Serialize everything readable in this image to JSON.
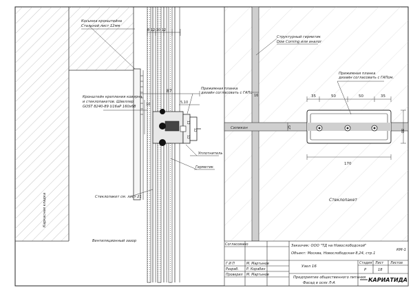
{
  "labels": {
    "bracket_casing": "Косынка кронштейна",
    "bracket_steel": "Стальной лист 12мм",
    "bracket_mount_1": "Кронштейн крепления ковирна",
    "bracket_mount_2": "и стеклопакетов. Швеллер",
    "bracket_mount_3": "GOST 8240-89 U16aP 160x68",
    "clamp_plate_left_1": "Прижимная планка",
    "clamp_plate_left_2": "дизайн согласовать с ГАПом.",
    "sealant": "Уплотнитель",
    "hermetic": "Герметик",
    "glass_unit_left": "Стеклопакет см. лист 21",
    "curtain_wall": "Каркасная кладка",
    "vent_gap": "Вентиляционный зазор",
    "structural_sealant_1": "Структурный герметик",
    "structural_sealant_2": "Dow Corning или аналог",
    "clamp_plate_right_1": "Прижимная планка",
    "clamp_plate_right_2": "дизайн согласовать с ГАПом.",
    "silicone": "Силикон",
    "glass_unit_right": "Стеклопакет"
  },
  "dims": {
    "d_87": "87",
    "d_10": "10",
    "d_510": "5,10",
    "d_12a": "12",
    "d_12b": "12",
    "d_12c": "12",
    "d_16": "16",
    "d_25": "25",
    "d_35a": "35",
    "d_50a": "50",
    "d_50b": "50",
    "d_35b": "35",
    "d_80": "80",
    "d_170": "170",
    "d_top": "8 12 10 12"
  },
  "title_block": {
    "agreed": "Согласовано",
    "customer": "Заказчик: ООО \"ТД на Новослободской\"",
    "object": "Объект: Москва, Новослободская 8,24, стр.1",
    "sheet_code": "КМ-1",
    "node": "Узел 16",
    "stage_hdr": "Стадия",
    "sheet_hdr": "Лист",
    "sheets_hdr": "Листов",
    "stage_val": "Р",
    "sheet_val": "18",
    "sheets_val": "",
    "gip_role": "Г И П",
    "gip_name": "М. Мартынов",
    "dev_role": "Разраб.",
    "dev_name": "Р. Корабин",
    "chk_role": "Проверил",
    "chk_name": "М. Мартынов",
    "purpose": "Предприятие общественного питания",
    "facade": "Фасад в осях Л-А",
    "logo": "КАРИАТИДА"
  }
}
